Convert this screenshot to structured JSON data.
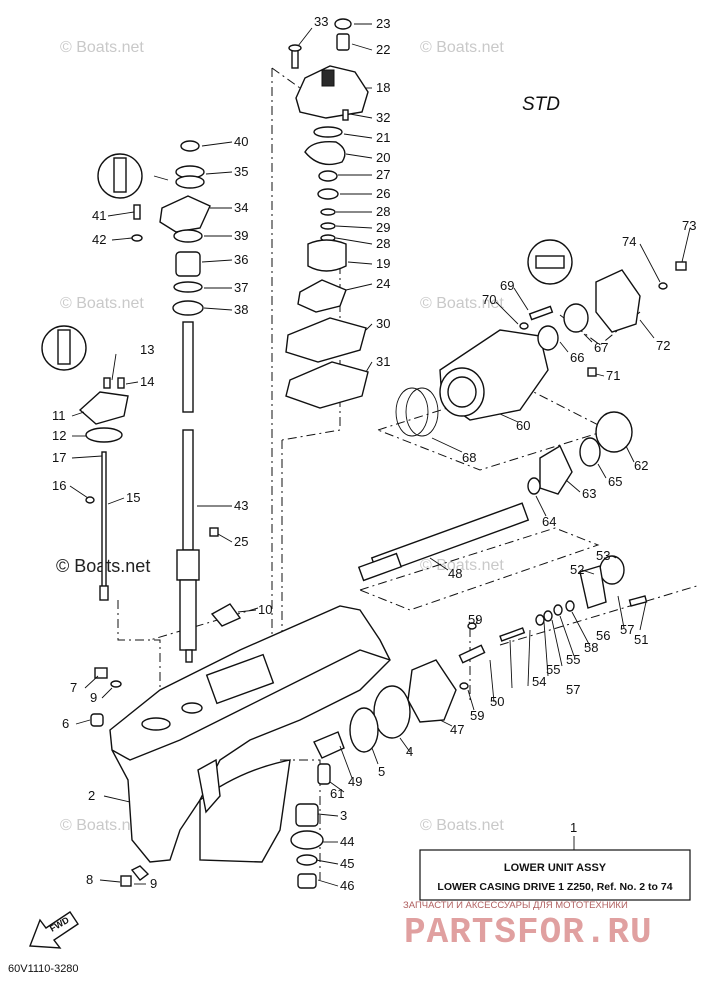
{
  "diagram": {
    "mode_label": "STD",
    "drawing_code": "60V1110-3280",
    "fwd_label": "FWD",
    "assembly_box": {
      "ref_number": "1",
      "title": "LOWER UNIT ASSY",
      "subtitle": "LOWER CASING DRIVE 1 Z250, Ref. No. 2 to 74"
    },
    "watermark_text": "© Boats.net",
    "brand_logo": {
      "tagline": "ЗАПЧАСТИ И АКСЕССУАРЫ ДЛЯ МОТОТЕХНИКИ",
      "name": "PARTSFOR.RU"
    },
    "callouts": [
      "33",
      "23",
      "22",
      "18",
      "32",
      "21",
      "20",
      "27",
      "26",
      "28",
      "29",
      "28",
      "19",
      "24",
      "30",
      "31",
      "40",
      "35",
      "34",
      "39",
      "36",
      "37",
      "38",
      "41",
      "42",
      "13",
      "14",
      "11",
      "12",
      "17",
      "16",
      "15",
      "43",
      "25",
      "10",
      "7",
      "9",
      "6",
      "2",
      "8",
      "9",
      "73",
      "74",
      "69",
      "70",
      "67",
      "72",
      "66",
      "71",
      "60",
      "68",
      "62",
      "65",
      "63",
      "64",
      "48",
      "53",
      "52",
      "57",
      "51",
      "59",
      "56",
      "58",
      "55",
      "57",
      "54",
      "55",
      "50",
      "59",
      "47",
      "4",
      "5",
      "49",
      "61",
      "3",
      "44",
      "45",
      "46"
    ]
  }
}
